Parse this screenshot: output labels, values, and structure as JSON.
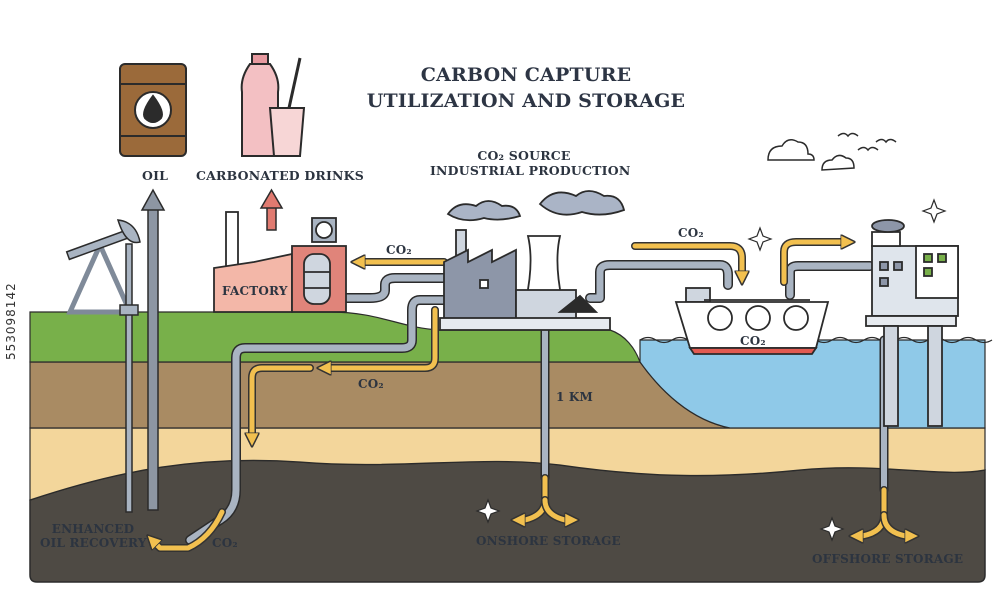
{
  "title_line1": "CARBON CAPTURE",
  "title_line2": "UTILIZATION AND STORAGE",
  "labels": {
    "oil": "OIL",
    "carbonated_drinks": "CARBONATED DRINKS",
    "co2_source_line1": "CO₂ SOURCE",
    "co2_source_line2": "INDUSTRIAL PRODUCTION",
    "factory": "FACTORY",
    "co2_to_factory": "CO₂",
    "co2_to_ship": "CO₂",
    "co2_ship": "CO₂",
    "co2_underground": "CO₂",
    "co2_eor": "CO₂",
    "depth": "1 KM",
    "enhanced_line1": "ENHANCED",
    "enhanced_line2": "OIL RECOVERY",
    "onshore_storage": "ONSHORE STORAGE",
    "offshore_storage": "OFFSHORE STORAGE"
  },
  "stock_id": "553098142",
  "colors": {
    "grass": "#78b04a",
    "soil_brown": "#a98b63",
    "soil_sand": "#f3d69b",
    "bedrock": "#4e4a44",
    "water": "#8fc9e8",
    "pipe": "#a9b4c2",
    "arrow_co2": "#f2c04f",
    "barrel": "#9b6a3a"
  }
}
